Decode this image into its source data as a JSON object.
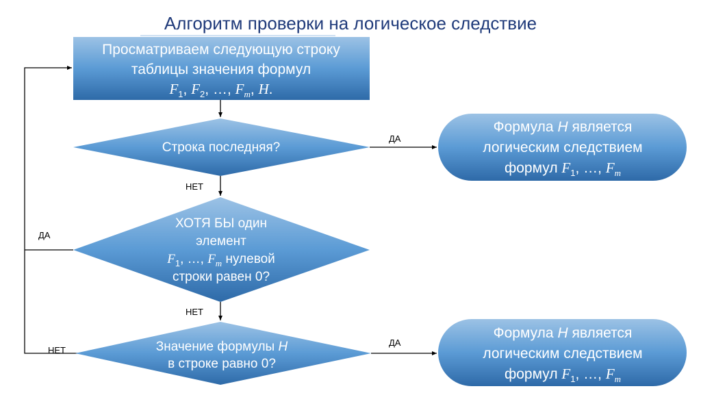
{
  "title": "Алгоритм проверки на логическое следствие",
  "colors": {
    "title": "#1f3a7a",
    "shape_top": "#9cc2e5",
    "shape_mid": "#5b9bd5",
    "shape_bottom": "#2e6aa8",
    "text": "#ffffff",
    "connector": "#000000"
  },
  "process_box": {
    "line1": "Просматриваем следующую строку",
    "line2": "таблицы значения формул",
    "formula": {
      "F": "F",
      "sub1": "1",
      "sub2": "2",
      "subm": "m",
      "H": "H",
      "sep": ", ",
      "ellipsis": "…",
      "end": "."
    }
  },
  "decision1": {
    "text": "Строка последняя?"
  },
  "decision2": {
    "line1": "ХОТЯ БЫ один",
    "line2": "элемент",
    "line3_suffix": " нулевой",
    "line4": "строки равен 0?"
  },
  "decision3": {
    "line1_prefix": "Значение формулы ",
    "line1_var": "H",
    "line2": "в строке равно 0?"
  },
  "terminal": {
    "line1_prefix": "Формула ",
    "line1_var": "H",
    "line1_suffix": " является",
    "line2": "логическим следствием",
    "line3_prefix": "формул "
  },
  "labels": {
    "yes": "ДА",
    "no": "НЕТ"
  }
}
